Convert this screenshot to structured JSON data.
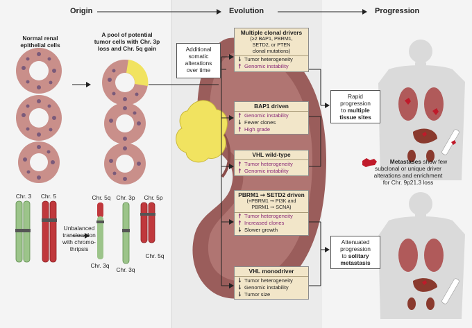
{
  "headers": {
    "origin": "Origin",
    "evolution": "Evolution",
    "progression": "Progression"
  },
  "origin": {
    "normal_label": [
      "Normal renal",
      "epithelial cells"
    ],
    "pool_label": [
      "A pool of potential",
      "tumor cells with Chr. 3p",
      "loss and Chr. 5q gain"
    ],
    "chr3": "Chr. 3",
    "chr5": "Chr. 5",
    "translocation_label": [
      "Unbalanced",
      "translocation",
      "with chromo-",
      "thripsis"
    ],
    "chr5q_top": "Chr. 5q",
    "chr3p": "Chr. 3p",
    "chr5p": "Chr. 5p",
    "chr3q_left": "Chr. 3q",
    "chr3q_bottom": "Chr. 3q",
    "chr5q_bottom": "Chr. 5q"
  },
  "evolution": {
    "additional_box": [
      "Additional",
      "somatic",
      "alterations",
      "over time"
    ],
    "boxes": [
      {
        "title": "Multiple clonal drivers",
        "subtitle": [
          "(≥2 BAP1, PBRM1,",
          "SETD2, or PTEN",
          "clonal mutations)"
        ],
        "rows": [
          {
            "dir": "down",
            "text": "Tumor heterogeneity",
            "tinted": false
          },
          {
            "dir": "up",
            "text": "Genomic instability",
            "tinted": true
          }
        ]
      },
      {
        "title": "BAP1 driven",
        "subtitle": [],
        "rows": [
          {
            "dir": "up",
            "text": "Genomic instability",
            "tinted": true
          },
          {
            "dir": "down",
            "text": "Fewer clones",
            "tinted": false
          },
          {
            "dir": "up",
            "text": "High grade",
            "tinted": true
          }
        ]
      },
      {
        "title": "VHL wild-type",
        "subtitle": [],
        "rows": [
          {
            "dir": "up",
            "text": "Tumor heterogeneity",
            "tinted": true
          },
          {
            "dir": "up",
            "text": "Genomic instability",
            "tinted": true
          }
        ]
      },
      {
        "title": "PBRM1 ➞ SETD2 driven",
        "subtitle": [
          "(+PBRM1 ➞ PI3K and",
          "PBRM1 ➞ SCNA)"
        ],
        "rows": [
          {
            "dir": "up",
            "text": "Tumor heterogeneity",
            "tinted": true
          },
          {
            "dir": "up",
            "text": "Increased clones",
            "tinted": true
          },
          {
            "dir": "down",
            "text": "Slower growth",
            "tinted": false
          }
        ]
      },
      {
        "title": "VHL monodriver",
        "subtitle": [],
        "rows": [
          {
            "dir": "down",
            "text": "Tumor heterogeneity",
            "tinted": false
          },
          {
            "dir": "down",
            "text": "Genomic instability",
            "tinted": false
          },
          {
            "dir": "down",
            "text": "Tumor size",
            "tinted": false
          }
        ]
      }
    ]
  },
  "progression": {
    "rapid_box": {
      "pre": [
        "Rapid",
        "progression",
        "to "
      ],
      "bold1": "multiple",
      "bold2": "tissue sites"
    },
    "metastases": {
      "bold": "Metastases",
      "rest": [
        " show few",
        "subclonal or unique driver",
        "alterations and enrichment",
        "for Chr. 9p21.3 loss"
      ]
    },
    "attenuated_box": {
      "pre": [
        "Attenuated",
        "progression",
        "to "
      ],
      "bold1": "solitary",
      "bold2": "metastasis"
    }
  },
  "colors": {
    "tumor_tint": "#8a2b78",
    "box_fill": "#f2e6c9",
    "kidney": "#9a5d5b",
    "cell_ring": "#c98f8a",
    "yellow": "#f1e360",
    "chr_green": "#9cc48a",
    "chr_red": "#c0383c"
  }
}
